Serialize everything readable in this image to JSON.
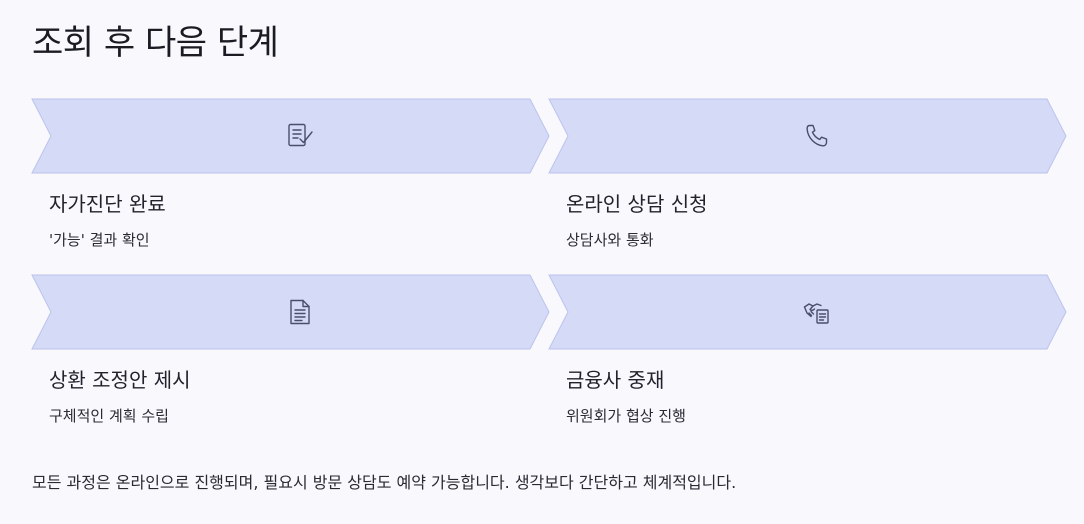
{
  "title": "조회 후 다음 단계",
  "steps": [
    {
      "icon": "document-check-icon",
      "title": "자가진단 완료",
      "desc": "'가능' 결과 확인"
    },
    {
      "icon": "phone-icon",
      "title": "온라인 상담 신청",
      "desc": "상담사와 통화"
    },
    {
      "icon": "document-lines-icon",
      "title": "상환 조정안 제시",
      "desc": "구체적인 계획 수립"
    },
    {
      "icon": "handshake-document-icon",
      "title": "금융사 중재",
      "desc": "위원회가 협상 진행"
    }
  ],
  "note": "모든 과정은 온라인으로 진행되며, 필요시 방문 상담도 예약 가능합니다. 생각보다 간단하고 체계적입니다.",
  "colors": {
    "chevron_fill": "#d5daf6",
    "chevron_stroke": "#bcc3ec",
    "icon_stroke": "#4a4e6a"
  }
}
